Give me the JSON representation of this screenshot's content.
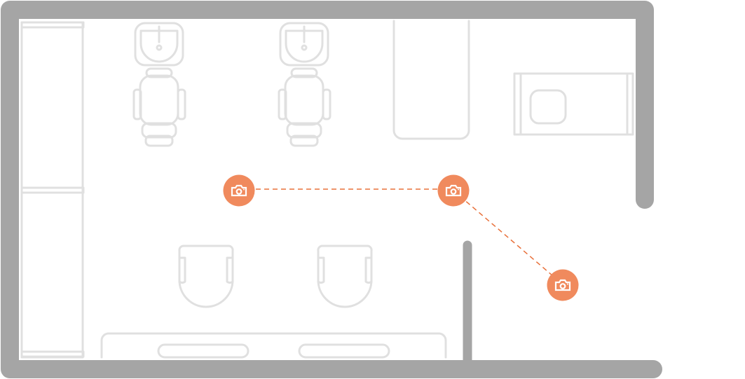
{
  "colors": {
    "wall": "#a5a5a5",
    "fixture": "#e0e0e0",
    "camera": "#f08a5d",
    "path": "#e8703a"
  },
  "icons": {
    "camera": "camera-icon",
    "sink": "sink-icon",
    "chair": "salon-chair-icon",
    "armchair": "armchair-icon"
  },
  "viewpoints": [
    {
      "name": "viewpoint-1"
    },
    {
      "name": "viewpoint-2"
    },
    {
      "name": "viewpoint-3"
    }
  ]
}
